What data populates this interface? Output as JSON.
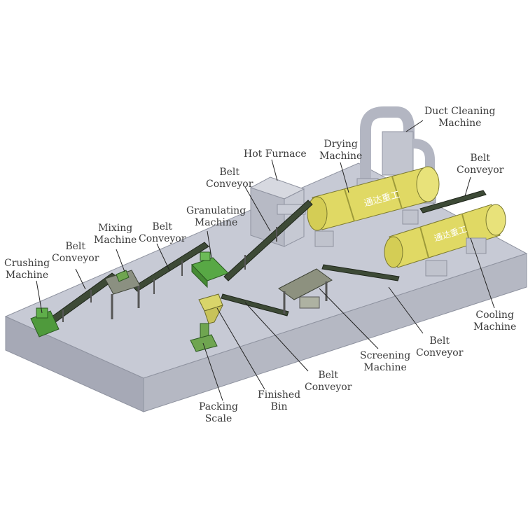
{
  "labels": {
    "crushing_machine": [
      "Crushing",
      "Machine"
    ],
    "belt_conveyor_1": [
      "Belt",
      "Conveyor"
    ],
    "mixing_machine": [
      "Mixing",
      "Machine"
    ],
    "belt_conveyor_2": [
      "Belt",
      "Conveyor"
    ],
    "granulating_machine": [
      "Granulating",
      "Machine"
    ],
    "belt_conveyor_3": [
      "Belt",
      "Conveyor"
    ],
    "hot_furnace": [
      "Hot Furnace"
    ],
    "drying_machine": [
      "Drying",
      "Machine"
    ],
    "duct_cleaning_machine": [
      "Duct Cleaning",
      "Machine"
    ],
    "belt_conveyor_4": [
      "Belt",
      "Conveyor"
    ],
    "cooling_machine": [
      "Cooling",
      "Machine"
    ],
    "belt_conveyor_5": [
      "Belt",
      "Conveyor"
    ],
    "screening_machine": [
      "Screening",
      "Machine"
    ],
    "belt_conveyor_6": [
      "Belt",
      "Conveyor"
    ],
    "finished_bin": [
      "Finished",
      "Bin"
    ],
    "packing_scale": [
      "Packing",
      "Scale"
    ]
  },
  "brand_mark": "通达重工",
  "colors": {
    "platform_top": "#c9ccd6",
    "platform_front": "#a9acb8",
    "drum_yellow": "#e3dc6a",
    "machine_green": "#4f9a3c",
    "steel_gray": "#b9bcc6",
    "conveyor_dark": "#2f3a2a",
    "leader_line": "#222222"
  }
}
